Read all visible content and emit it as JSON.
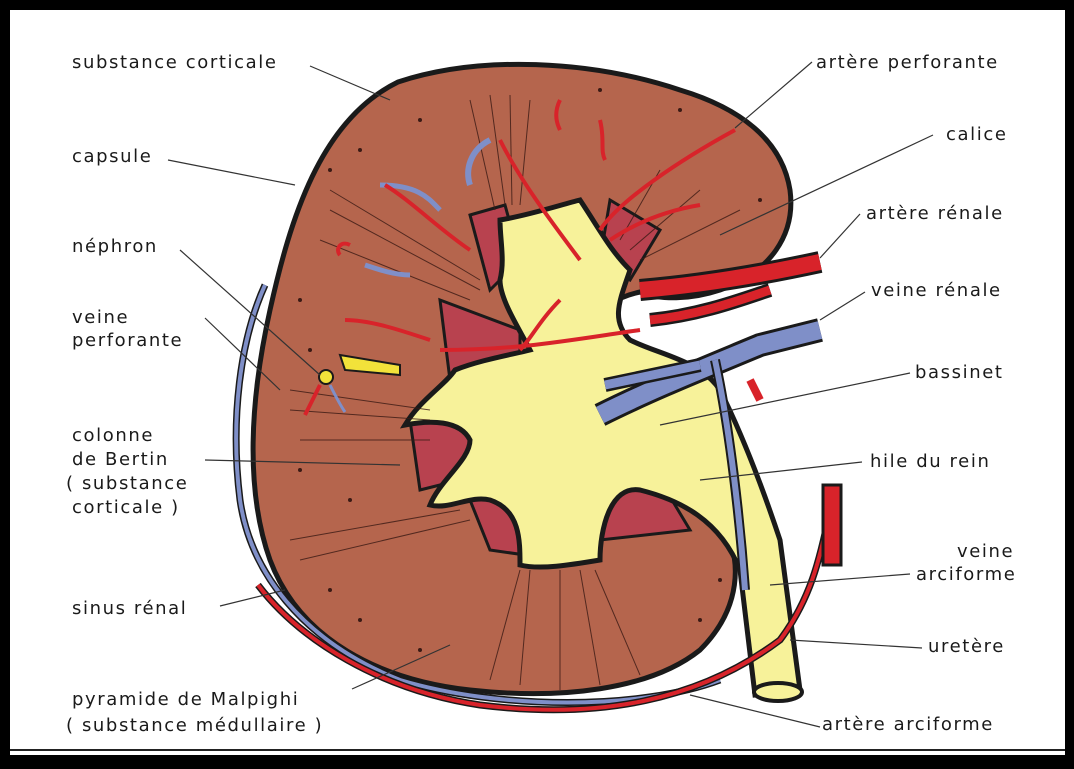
{
  "labels_left": {
    "substance_corticale": "substance corticale",
    "capsule": "capsule",
    "nephron": "néphron",
    "veine_perforante_1": "veine",
    "veine_perforante_2": "perforante",
    "colonne_1": "colonne",
    "colonne_2": "de Bertin",
    "colonne_3": "( substance",
    "colonne_4": "corticale )",
    "sinus_renal": "sinus rénal",
    "pyramide_1": "pyramide de Malpighi",
    "pyramide_2": "( substance médullaire )"
  },
  "labels_right": {
    "artere_perforante": "artère perforante",
    "calice": "calice",
    "artere_renale": "artère rénale",
    "veine_renale": "veine rénale",
    "bassinet": "bassinet",
    "hile": "hile du rein",
    "veine_arciforme_1": "veine",
    "veine_arciforme_2": "arciforme",
    "uretere": "uretère",
    "artere_arciforme": "artère arciforme"
  },
  "colors": {
    "cortex": "#b5654d",
    "pyramid": "#b8424f",
    "pelvis": "#f7f29a",
    "artery": "#d8232a",
    "vein": "#7f8fc8",
    "nephron": "#f2e23a",
    "outline": "#1a1a1a"
  }
}
